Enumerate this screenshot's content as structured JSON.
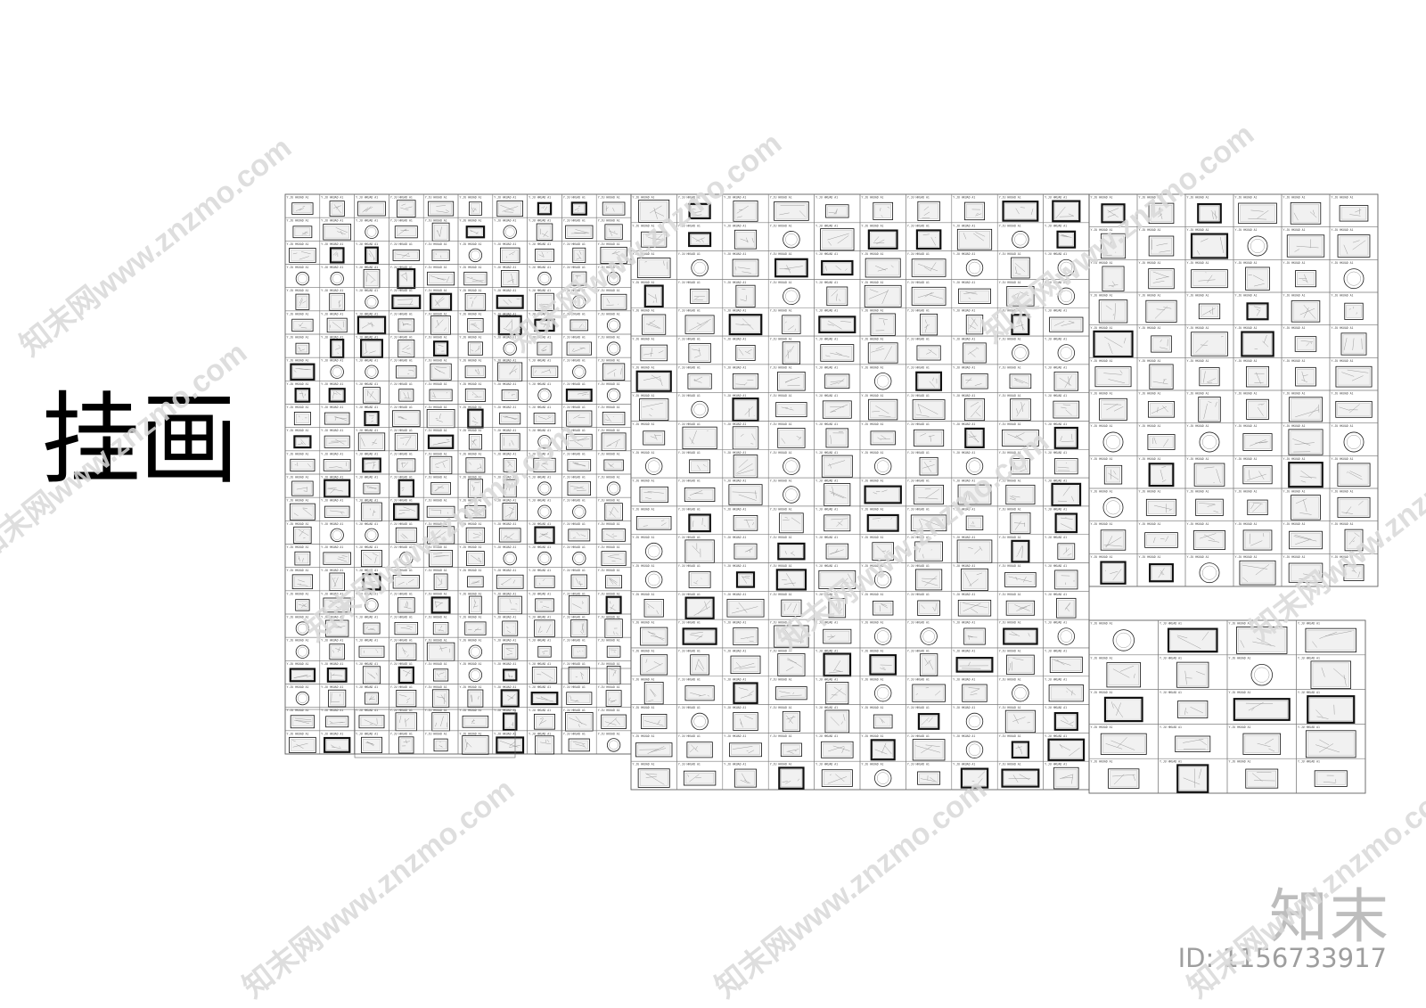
{
  "title": "挂画",
  "brand": "知末",
  "id_label": "ID: 1156733917",
  "watermark": "知末网www.znzmo.com",
  "colors": {
    "line": "#000000",
    "watermark": "#d9d9d9",
    "brand": "#bdbdbd"
  },
  "catalog": {
    "cell_label": "Y.JU HKUAD A1",
    "blocks": [
      {
        "name": "block-1",
        "cols": 10,
        "rows": 24
      },
      {
        "name": "block-2",
        "cols": 10,
        "rows": 21
      },
      {
        "name": "block-3",
        "cols": 6,
        "rows": 12
      },
      {
        "name": "block-4",
        "cols": 4,
        "rows": 5
      }
    ]
  }
}
